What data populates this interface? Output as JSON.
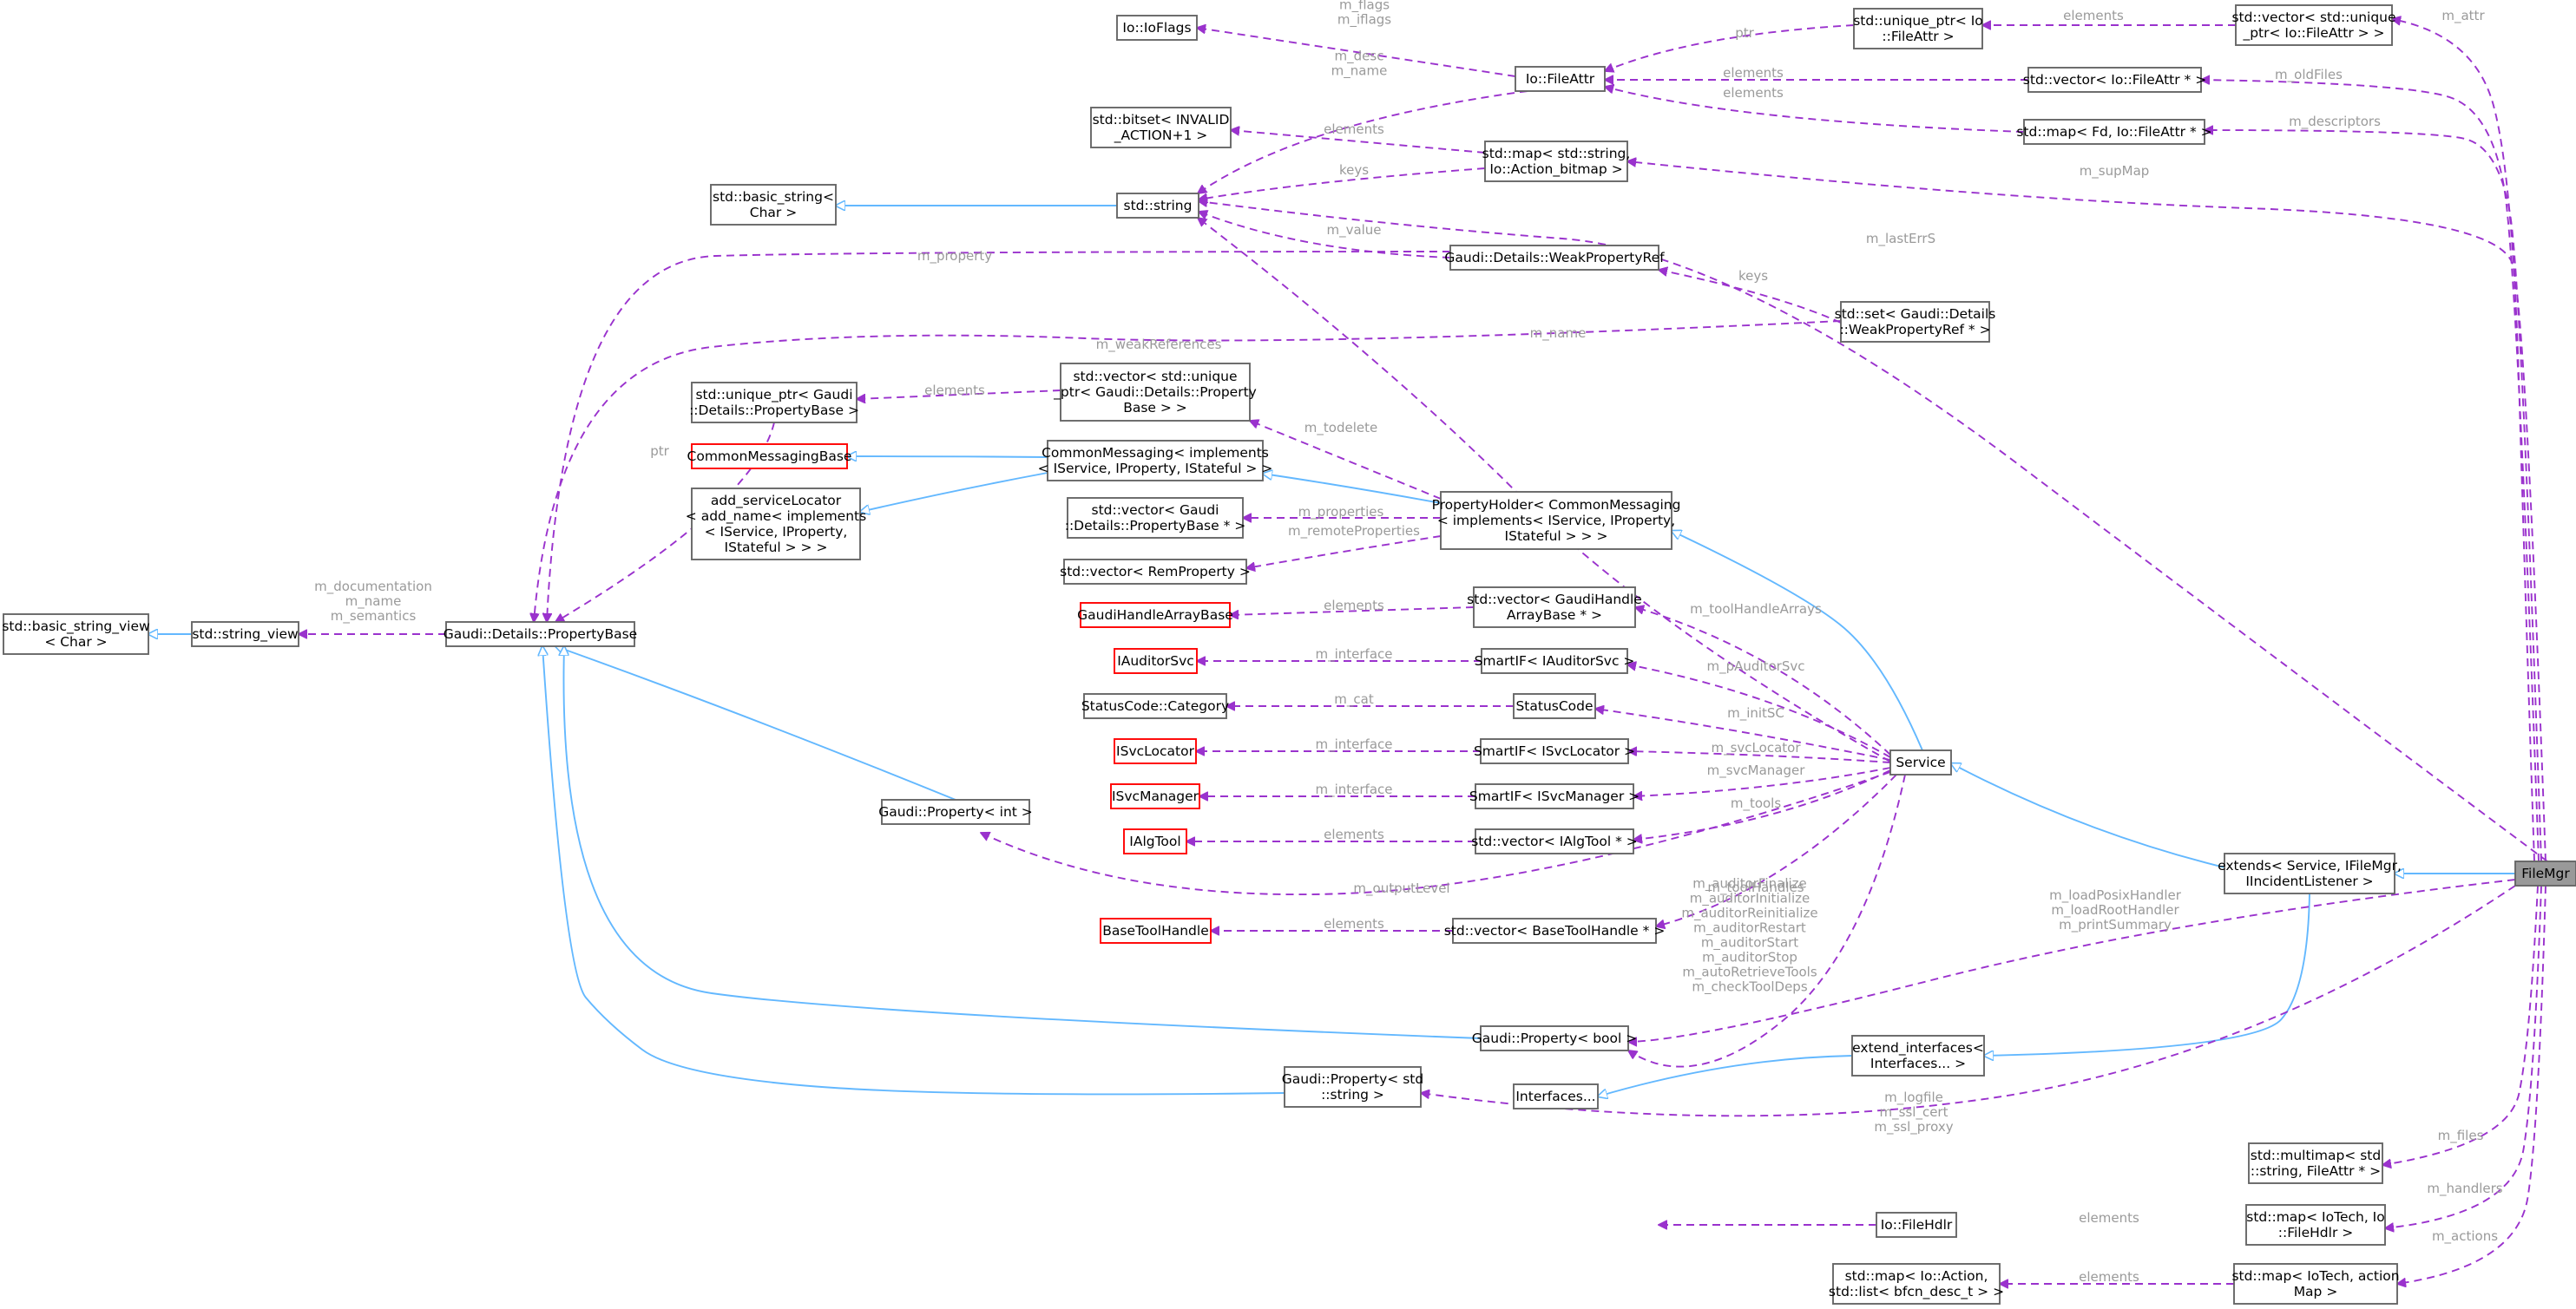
{
  "diagram": {
    "type": "doxygen-collaboration-graph",
    "colors": {
      "inheritance": "#63b8ff",
      "usage": "#9a32cd",
      "edge_label": "#9a9a9a",
      "undocumented_border": "#ff0000",
      "focus_fill": "#999999",
      "node_border": "#666666"
    },
    "nodes": {
      "filemgr": [
        "FileMgr"
      ],
      "extends": [
        "extends< Service, IFileMgr,",
        "IIncidentListener >"
      ],
      "extend_interfaces": [
        "extend_interfaces<",
        "Interfaces... >"
      ],
      "interfaces": [
        "Interfaces..."
      ],
      "service": [
        "Service"
      ],
      "propertyholder": [
        "PropertyHolder< CommonMessaging",
        "< implements< IService, IProperty,",
        "IStateful > > >"
      ],
      "commonmessaging": [
        "CommonMessaging< implements",
        "< IService, IProperty, IStateful > >"
      ],
      "commonmessagingbase": [
        "CommonMessagingBase"
      ],
      "add_servicelocator": [
        "add_serviceLocator",
        "< add_name< implements",
        "< IService, IProperty,",
        "IStateful > > >"
      ],
      "unique_ptr_propbase": [
        "std::unique_ptr< Gaudi",
        "::Details::PropertyBase >"
      ],
      "vector_unique_propbase": [
        "std::vector< std::unique",
        "_ptr< Gaudi::Details::Property",
        "Base > >"
      ],
      "vector_propbase_ptr": [
        "std::vector< Gaudi",
        "::Details::PropertyBase * >"
      ],
      "vector_remproperty": [
        "std::vector< RemProperty >"
      ],
      "propertybase": [
        "Gaudi::Details::PropertyBase"
      ],
      "string_view": [
        "std::string_view"
      ],
      "basic_string_view": [
        "std::basic_string_view",
        "< Char >"
      ],
      "std_string": [
        "std::string"
      ],
      "basic_string": [
        "std::basic_string<",
        "Char >"
      ],
      "ioflags": [
        "Io::IoFlags"
      ],
      "bitset": [
        "std::bitset< INVALID",
        "_ACTION+1 >"
      ],
      "fileattr": [
        "Io::FileAttr"
      ],
      "map_action_bitmap": [
        "std::map< std::string,",
        "Io::Action_bitmap >"
      ],
      "weakpropref": [
        "Gaudi::Details::WeakPropertyRef"
      ],
      "set_weakpropref": [
        "std::set< Gaudi::Details",
        "::WeakPropertyRef * >"
      ],
      "unique_ptr_fileattr": [
        "std::unique_ptr< Io",
        "::FileAttr >"
      ],
      "vector_unique_fileattr": [
        "std::vector< std::unique",
        "_ptr< Io::FileAttr > >"
      ],
      "vector_fileattr_ptr": [
        "std::vector< Io::FileAttr * >"
      ],
      "map_fd_fileattr": [
        "std::map< Fd, Io::FileAttr * >"
      ],
      "gaudihandlearraybase": [
        "GaudiHandleArrayBase"
      ],
      "vector_gaudihandle": [
        "std::vector< GaudiHandle",
        "ArrayBase * >"
      ],
      "iauditorsvc": [
        "IAuditorSvc"
      ],
      "smartif_auditor": [
        "SmartIF< IAuditorSvc >"
      ],
      "statuscode_category": [
        "StatusCode::Category"
      ],
      "statuscode": [
        "StatusCode"
      ],
      "isvclocator": [
        "ISvcLocator"
      ],
      "smartif_svclocator": [
        "SmartIF< ISvcLocator >"
      ],
      "isvcmanager": [
        "ISvcManager"
      ],
      "smartif_svcmanager": [
        "SmartIF< ISvcManager >"
      ],
      "ialgtool": [
        "IAlgTool"
      ],
      "vector_ialgtool": [
        "std::vector< IAlgTool * >"
      ],
      "basetoolhandle": [
        "BaseToolHandle"
      ],
      "vector_basetoolhandle": [
        "std::vector< BaseToolHandle * >"
      ],
      "property_int": [
        "Gaudi::Property< int >"
      ],
      "property_bool": [
        "Gaudi::Property< bool >"
      ],
      "property_string": [
        "Gaudi::Property< std",
        "::string >"
      ],
      "multimap_fileattr": [
        "std::multimap< std",
        "::string, FileAttr * >"
      ],
      "filehdlr": [
        "Io::FileHdlr"
      ],
      "map_iotech_filehdlr": [
        "std::map< IoTech, Io",
        "::FileHdlr >"
      ],
      "map_action_list": [
        "std::map< Io::Action,",
        "std::list< bfcn_desc_t > >"
      ],
      "map_iotech_actionmap": [
        "std::map< IoTech, action",
        "Map >"
      ]
    },
    "edge_labels": {
      "m_attr": [
        "m_attr"
      ],
      "m_oldfiles": [
        "m_oldFiles"
      ],
      "m_descriptors": [
        "m_descriptors"
      ],
      "m_supmap": [
        "m_supMap"
      ],
      "m_lasterrs": [
        "m_lastErrS"
      ],
      "m_files": [
        "m_files"
      ],
      "m_handlers": [
        "m_handlers"
      ],
      "m_actions": [
        "m_actions"
      ],
      "m_flags": [
        "m_flags",
        "m_iflags"
      ],
      "m_desc_name": [
        "m_desc",
        "m_name"
      ],
      "ptr_fileattr": [
        "ptr"
      ],
      "elements_vec_unique_fileattr": [
        "elements"
      ],
      "elements_vec_fileattr": [
        "elements"
      ],
      "elements_map_fd": [
        "elements"
      ],
      "elements_bitset": [
        "elements"
      ],
      "keys_map_string": [
        "keys"
      ],
      "m_value": [
        "m_value"
      ],
      "m_property": [
        "m_property"
      ],
      "keys_set": [
        "keys"
      ],
      "m_weakreferences": [
        "m_weakReferences"
      ],
      "m_name_service": [
        "m_name"
      ],
      "elements_unique_propbase": [
        "elements"
      ],
      "ptr_propbase": [
        "ptr"
      ],
      "m_todelete": [
        "m_todelete"
      ],
      "m_properties": [
        "m_properties"
      ],
      "m_remoteproperties": [
        "m_remoteProperties"
      ],
      "m_documentation": [
        "m_documentation",
        "m_name",
        "m_semantics"
      ],
      "elements_gaudihandle": [
        "elements"
      ],
      "m_toolhandlearrays": [
        "m_toolHandleArrays"
      ],
      "m_interface_auditor": [
        "m_interface"
      ],
      "m_pauditorsvc": [
        "m_pAuditorSvc"
      ],
      "m_cat": [
        "m_cat"
      ],
      "m_initsc": [
        "m_initSC"
      ],
      "m_interface_svclocator": [
        "m_interface"
      ],
      "m_svclocator": [
        "m_svcLocator"
      ],
      "m_interface_svcmanager": [
        "m_interface"
      ],
      "m_svcmanager": [
        "m_svcManager"
      ],
      "elements_ialgtool": [
        "elements"
      ],
      "m_tools": [
        "m_tools"
      ],
      "m_outputlevel": [
        "m_outputLevel"
      ],
      "m_toolhandles": [
        "m_toolHandles"
      ],
      "elements_basetoolhandle": [
        "elements"
      ],
      "m_auditor_bools": [
        "m_auditorFinalize",
        "m_auditorInitialize",
        "m_auditorReinitialize",
        "m_auditorRestart",
        "m_auditorStart",
        "m_auditorStop",
        "m_autoRetrieveTools",
        "m_checkToolDeps"
      ],
      "m_loadposixhandler": [
        "m_loadPosixHandler",
        "m_loadRootHandler",
        "m_printSummary"
      ],
      "m_logfile": [
        "m_logfile",
        "m_ssl_cert",
        "m_ssl_proxy"
      ],
      "elements_filehdlr": [
        "elements"
      ],
      "elements_actionlist": [
        "elements"
      ]
    }
  }
}
